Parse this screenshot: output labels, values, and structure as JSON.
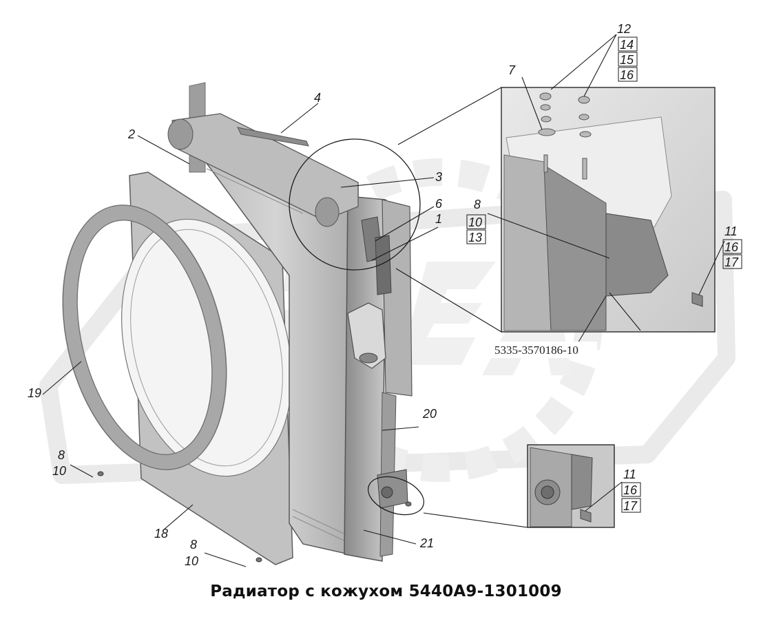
{
  "caption": "Радиатор с кожухом 5440А9-1301009",
  "part_number": "5335-3570186-10",
  "callouts": {
    "c1": "1",
    "c2": "2",
    "c3": "3",
    "c4": "4",
    "c6": "6",
    "c7": "7",
    "c8_top": "8",
    "c10_top": "10",
    "c13": "13",
    "c11_right": "11",
    "c16_right": "16",
    "c17_right": "17",
    "c12": "12",
    "c14": "14",
    "c15": "15",
    "c16_top": "16",
    "c18": "18",
    "c19": "19",
    "c20": "20",
    "c21": "21",
    "c8_left": "8",
    "c10_left": "10",
    "c8_bottom": "8",
    "c10_bottom": "10",
    "c11_lower": "11",
    "c16_lower": "16",
    "c17_lower": "17"
  }
}
